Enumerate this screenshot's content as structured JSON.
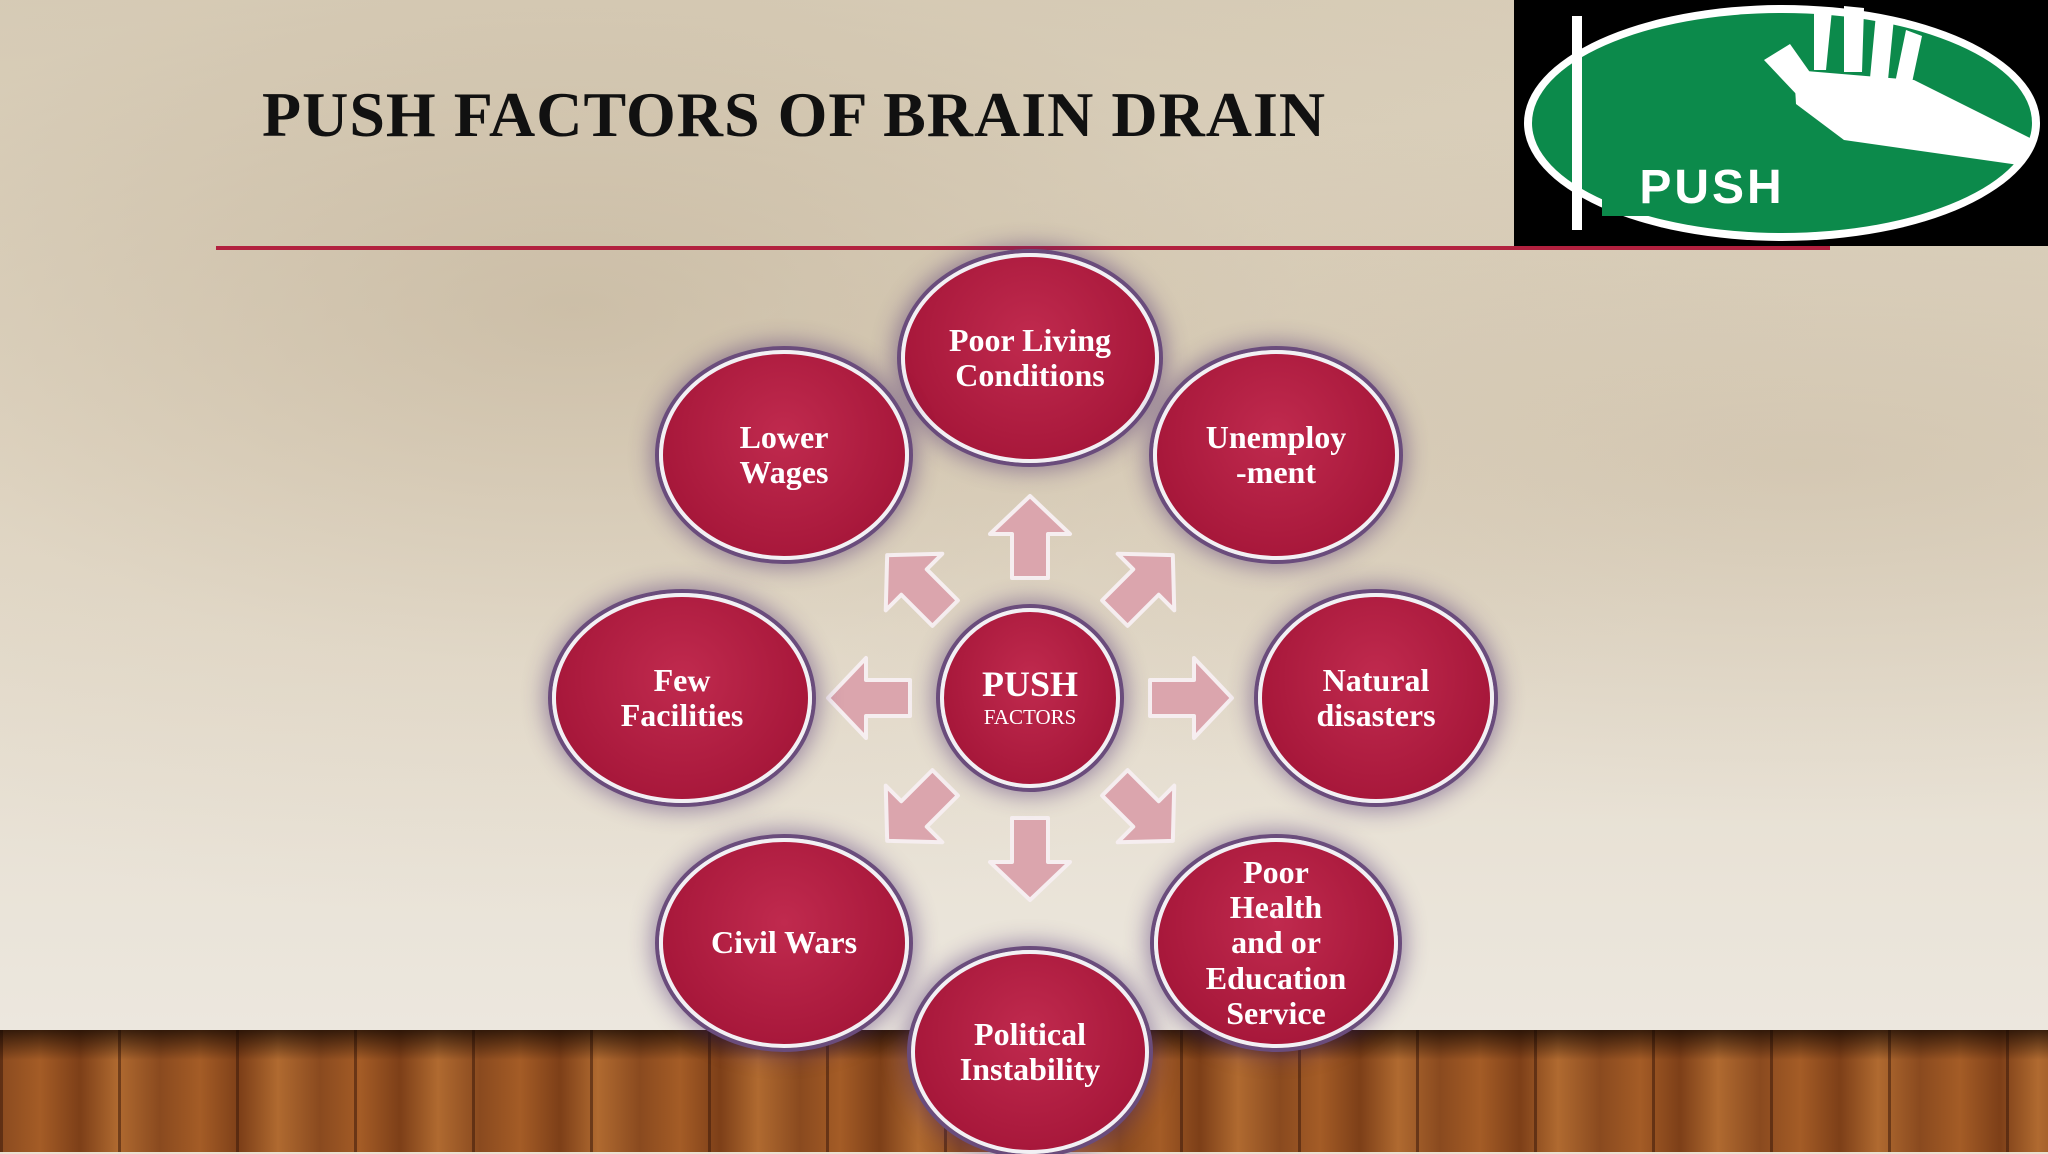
{
  "slide": {
    "title": "PUSH FACTORS OF BRAIN DRAIN",
    "accent_color": "#b2213f",
    "node_color": "#a8183b",
    "arrow_color": "#dba5ad"
  },
  "logo": {
    "text": "PUSH",
    "icon": "hand-icon",
    "colors": {
      "green": "#0c8a4b",
      "white": "#ffffff",
      "background": "#000000"
    }
  },
  "diagram": {
    "center": {
      "main": "PUSH",
      "sub": "FACTORS"
    },
    "nodes": [
      {
        "id": "poor-living-conditions",
        "lines": [
          "Poor Living",
          "Conditions"
        ]
      },
      {
        "id": "unemployment",
        "lines": [
          "Unemploy",
          "-ment"
        ]
      },
      {
        "id": "natural-disasters",
        "lines": [
          "Natural",
          "disasters"
        ]
      },
      {
        "id": "poor-health-education",
        "lines": [
          "Poor",
          "Health",
          "and or",
          "Education",
          "Service"
        ]
      },
      {
        "id": "political-instability",
        "lines": [
          "Political",
          "Instability"
        ]
      },
      {
        "id": "civil-wars",
        "lines": [
          "Civil Wars"
        ]
      },
      {
        "id": "few-facilities",
        "lines": [
          "Few",
          "Facilities"
        ]
      },
      {
        "id": "lower-wages",
        "lines": [
          "Lower",
          "Wages"
        ]
      }
    ]
  }
}
